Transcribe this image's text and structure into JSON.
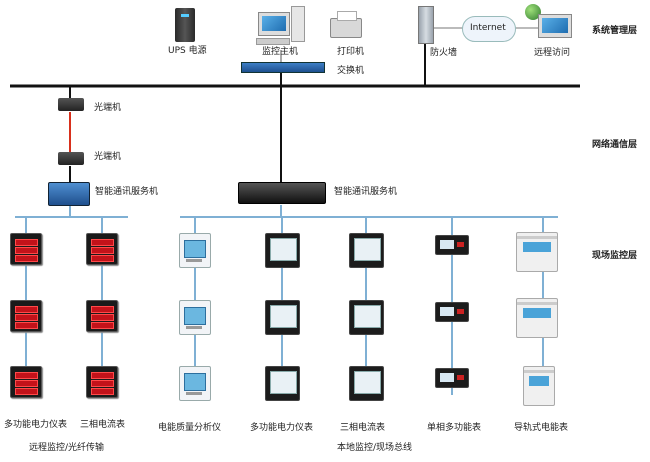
{
  "layers": {
    "system": "系统管理层",
    "network": "网络通信层",
    "field": "现场监控层"
  },
  "top": {
    "ups": "UPS 电源",
    "host": "监控主机",
    "printer": "打印机",
    "switch": "交换机",
    "firewall": "防火墙",
    "internet": "Internet",
    "remote": "远程访问"
  },
  "network": {
    "fiber1": "光端机",
    "fiber2": "光端机",
    "server_left": "智能通讯服务机",
    "server_center": "智能通讯服务机"
  },
  "devices": {
    "multi_left": "多功能电力仪表",
    "three_left": "三相电流表",
    "pq": "电能质量分析仪",
    "multi_center": "多功能电力仪表",
    "three_center": "三相电流表",
    "single": "单相多功能表",
    "din": "导轨式电能表"
  },
  "groups": {
    "remote": "远程监控/光纤传输",
    "local": "本地监控/现场总线"
  },
  "colors": {
    "bus": "#111111",
    "fiber": "#d8301c",
    "fieldbus": "#7fb0d4"
  }
}
